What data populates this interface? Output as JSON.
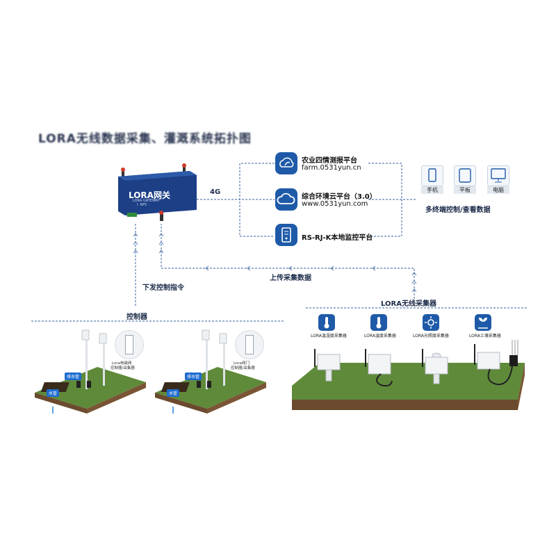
{
  "diagram": {
    "title": "LORA无线数据采集、灌溉系统拓扑图",
    "gateway": {
      "name": "LORA网关",
      "sub": "LORA GATEWAY",
      "model": "I· NPC ·"
    },
    "link_4g": "4G",
    "platforms": [
      {
        "title": "农业四情测报平台",
        "url": "farm.0531yun.cn",
        "icon": "leaf-cloud-icon"
      },
      {
        "title": "综合环境云平台（3.0）",
        "url": "www.0531yun.com",
        "icon": "cloud-icon"
      },
      {
        "title": "RS-RJ-K本地监控平台",
        "url": "",
        "icon": "server-icon"
      }
    ],
    "terminals": {
      "devices": [
        {
          "label": "手机",
          "icon": "phone-icon"
        },
        {
          "label": "平板",
          "icon": "tablet-icon"
        },
        {
          "label": "电脑",
          "icon": "monitor-icon"
        }
      ],
      "caption": "多终端控制/查看数据"
    },
    "downlink_label": "下发控制指令",
    "uplink_label": "上传采集数据",
    "controller_label": "控制器",
    "collector_label": "LORA无线采集器",
    "sensors": [
      {
        "label": "LORA温湿度采集器",
        "icon": "thermometer-drop-icon"
      },
      {
        "label": "LORA温度采集器",
        "icon": "thermometer-icon"
      },
      {
        "label": "LORA光照度采集器",
        "icon": "sun-icon"
      },
      {
        "label": "LORA土壤采集器",
        "icon": "soil-plant-icon"
      }
    ],
    "fields": [
      {
        "tag_top": "排水管",
        "tag_low": "水管",
        "valve_title": "Lora电磁阀",
        "valve_sub": "控制器/采集器"
      },
      {
        "tag_top": "排水管",
        "tag_low": "水管",
        "valve_title": "Lora阀门",
        "valve_sub": "控制器/采集器"
      }
    ],
    "colors": {
      "accent": "#1e5aa8",
      "grass": "#5f8a3a",
      "soil": "#6b4a2e",
      "line": "#5b7fb0"
    }
  }
}
